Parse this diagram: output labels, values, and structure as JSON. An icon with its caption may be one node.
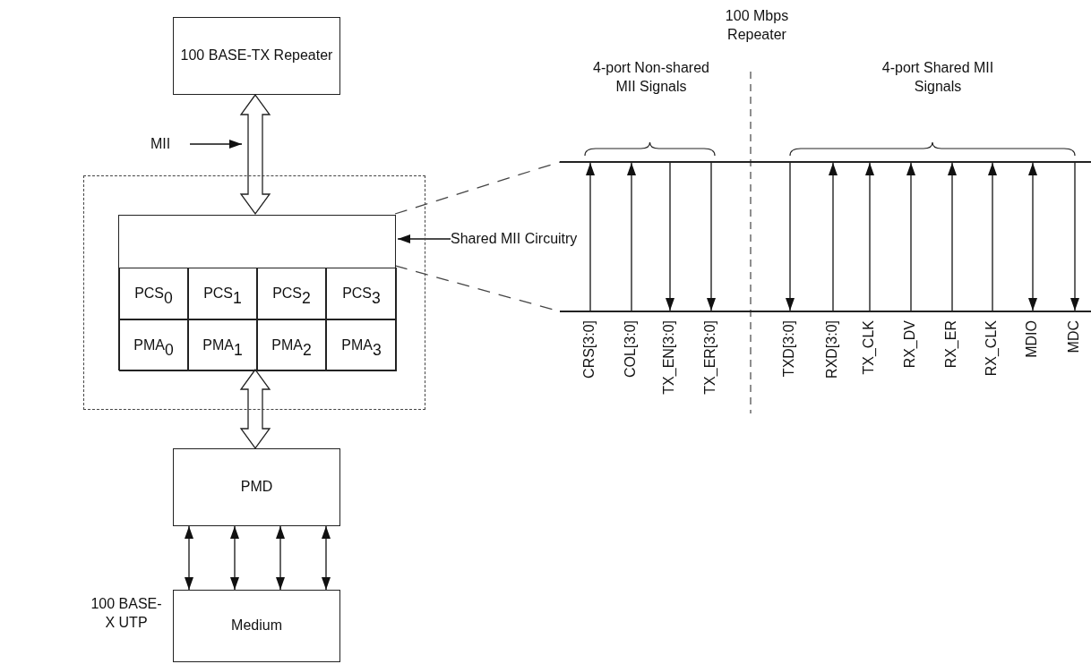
{
  "diagram": {
    "nodes": [
      {
        "text": [
          "100 BASE-TX Repeater"
        ]
      },
      {
        "text": [],
        "shape": "box"
      },
      {
        "text": [],
        "shape": "box",
        "in": 1
      },
      {
        "text": [
          "PCS$_{0}$"
        ],
        "in": 2
      },
      {
        "text": [
          "PCS$_{1}$"
        ],
        "in": 2
      },
      {
        "text": [
          "PCS$_{2}$"
        ],
        "in": 2
      },
      {
        "text": [
          "PCS$_{3}$"
        ],
        "in": 2
      },
      {
        "text": [
          "PMA$_{0}$"
        ],
        "in": 2
      },
      {
        "text": [
          "PMA$_{1}$"
        ],
        "in": 2
      },
      {
        "text": [
          "PMA$_{2}$"
        ],
        "in": 2
      },
      {
        "text": [
          "PMA$_{3}$"
        ],
        "in": 2
      },
      {
        "text": [
          "PMD"
        ]
      },
      {
        "text": [
          "Medium"
        ],
        "beside": [
          "100 BASE-X UTP"
        ]
      },
      {
        "text": [
          "MII"
        ]
      },
      {
        "text": [
          "Shared MII Circuitry"
        ]
      },
      {
        "text": [],
        "shape": "bar"
      },
      {
        "text": [],
        "shape": "bar"
      }
    ],
    "edges": [
      {
        "from": 0,
        "to": 2,
        "arrow": "both",
        "style": "thick"
      },
      {
        "from": 2,
        "to": 11,
        "arrow": "both",
        "style": "thick"
      },
      {
        "from": 11,
        "to": 12,
        "arrow": "both"
      },
      {
        "from": 11,
        "to": 12,
        "arrow": "both"
      },
      {
        "from": 11,
        "to": 12,
        "arrow": "both"
      },
      {
        "from": 11,
        "to": 12,
        "arrow": "both"
      },
      {
        "from": 13,
        "to": null,
        "arrow": "to"
      },
      {
        "from": 14,
        "to": 2,
        "arrow": "to"
      },
      {
        "from": 2,
        "to": 15,
        "arrow": "none",
        "style": "dashed"
      },
      {
        "from": 2,
        "to": 16,
        "arrow": "none",
        "style": "dashed"
      },
      {
        "from": 16,
        "to": 15,
        "arrow": "to"
      },
      {
        "from": 16,
        "to": 15,
        "arrow": "to"
      },
      {
        "from": 15,
        "to": 16,
        "arrow": "to"
      },
      {
        "from": 15,
        "to": 16,
        "arrow": "to"
      },
      {
        "from": 15,
        "to": 16,
        "arrow": "to"
      },
      {
        "from": 16,
        "to": 15,
        "arrow": "to"
      },
      {
        "from": 16,
        "to": 15,
        "arrow": "to"
      },
      {
        "from": 16,
        "to": 15,
        "arrow": "to"
      },
      {
        "from": 16,
        "to": 15,
        "arrow": "to"
      },
      {
        "from": 16,
        "to": 15,
        "arrow": "to"
      },
      {
        "from": 15,
        "to": 16,
        "arrow": "both"
      },
      {
        "from": 15,
        "to": 16,
        "arrow": "to"
      }
    ],
    "labels": [
      "100 Mbps Repeater",
      "4-port Non-shared MII Signals",
      "4-port Shared MII Signals",
      "CRS[3:0]",
      "COL[3:0]",
      "TX_EN[3:0]",
      "TX_ER[3:0]",
      "TXD[3:0]",
      "RXD[3:0]",
      "TX_CLK",
      "RX_DV",
      "RX_ER",
      "RX_CLK",
      "MDIO",
      "MDC"
    ]
  }
}
